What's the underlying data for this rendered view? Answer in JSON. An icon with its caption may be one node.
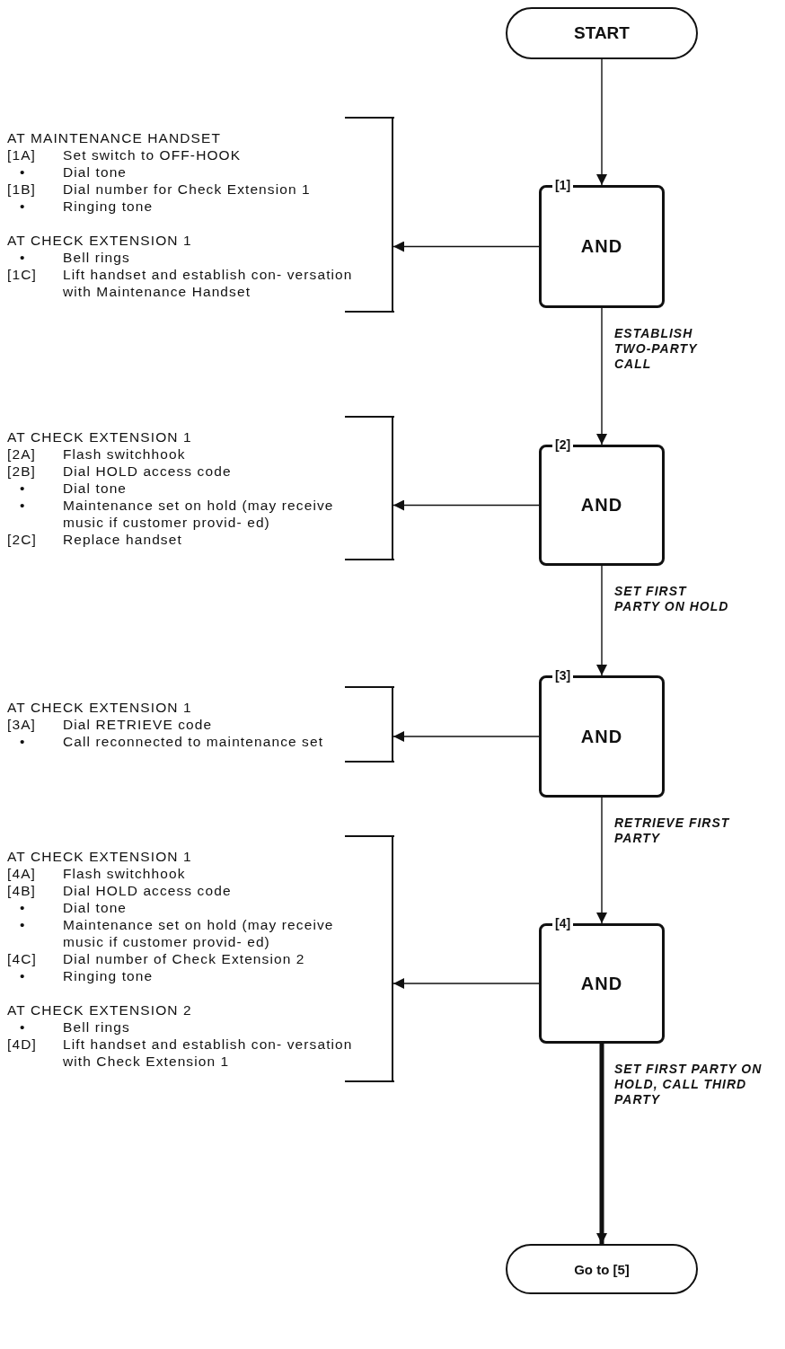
{
  "diagram": {
    "nodes": [
      {
        "text": [
          "START"
        ]
      },
      {
        "text": [
          "[1]",
          "AND"
        ]
      },
      {
        "text": [
          "AT MAINTENANCE HANDSET",
          "[1A]",
          "Set switch to OFF-HOOK",
          "•",
          "Dial tone",
          "[1B]",
          "Dial number for Check Extension 1",
          "•",
          "Ringing tone",
          "AT CHECK EXTENSION 1",
          "•",
          "Bell rings",
          "[1C]",
          "Lift handset and establish con- versation with Maintenance Handset"
        ]
      },
      {
        "text": [
          "[2]",
          "AND"
        ]
      },
      {
        "text": [
          "AT CHECK EXTENSION 1",
          "[2A]",
          "Flash switchhook",
          "[2B]",
          "Dial HOLD access code",
          "•",
          "Dial tone",
          "•",
          "Maintenance set on hold (may receive music if customer provid- ed)",
          "[2C]",
          "Replace handset"
        ]
      },
      {
        "text": [
          "[3]",
          "AND"
        ]
      },
      {
        "text": [
          "AT CHECK EXTENSION 1",
          "[3A]",
          "Dial RETRIEVE code",
          "•",
          "Call reconnected to maintenance set"
        ]
      },
      {
        "text": [
          "[4]",
          "AND"
        ]
      },
      {
        "text": [
          "AT CHECK EXTENSION 1",
          "[4A]",
          "Flash switchhook",
          "[4B]",
          "Dial HOLD access code",
          "•",
          "Dial tone",
          "•",
          "Maintenance set on hold (may receive music if customer provid- ed)",
          "[4C]",
          "Dial number of Check Extension 2",
          "•",
          "Ringing tone",
          "AT CHECK EXTENSION 2",
          "•",
          "Bell rings",
          "[4D]",
          "Lift handset and establish con- versation with Check Extension 1"
        ]
      },
      {
        "text": [
          "Go to [5]"
        ]
      }
    ],
    "edges": [
      {
        "from": 0,
        "to": 1,
        "arrow": "to"
      },
      {
        "from": 1,
        "to": 2,
        "arrow": "to"
      },
      {
        "from": 1,
        "to": 3,
        "arrow": "to",
        "label": "ESTABLISH TWO-PARTY CALL"
      },
      {
        "from": 3,
        "to": 4,
        "arrow": "to"
      },
      {
        "from": 3,
        "to": 5,
        "arrow": "to",
        "label": "SET FIRST PARTY ON HOLD"
      },
      {
        "from": 5,
        "to": 6,
        "arrow": "to"
      },
      {
        "from": 5,
        "to": 7,
        "arrow": "to",
        "label": "RETRIEVE FIRST PARTY"
      },
      {
        "from": 7,
        "to": 8,
        "arrow": "to"
      },
      {
        "from": 7,
        "to": 9,
        "arrow": "to",
        "label": "SET FIRST PARTY ON HOLD, CALL THIRD PARTY",
        "style": "thick"
      }
    ]
  }
}
